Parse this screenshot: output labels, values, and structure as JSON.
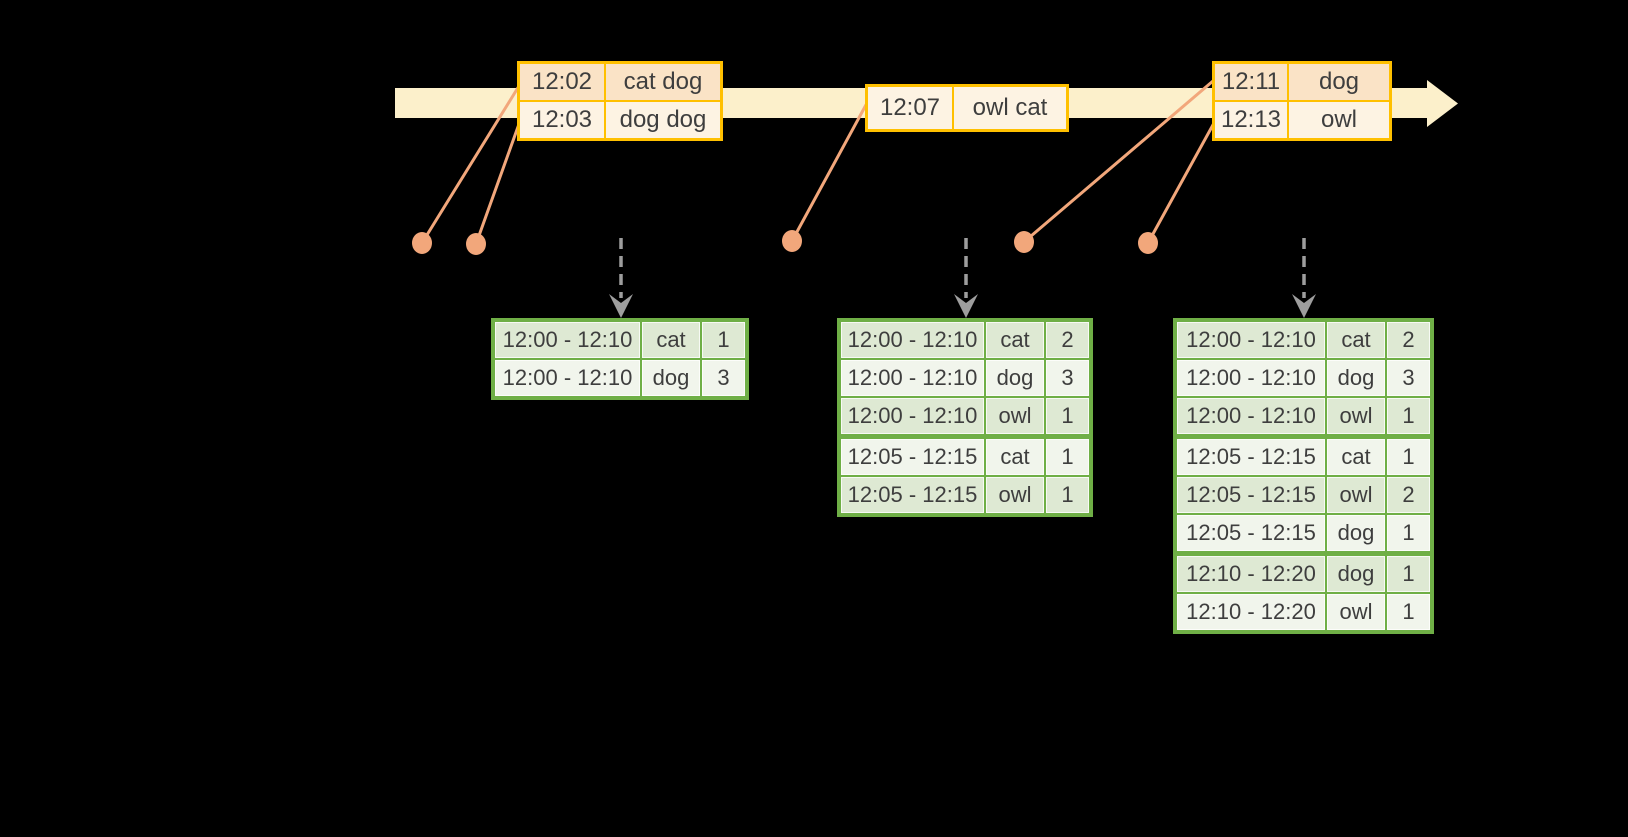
{
  "diagram": {
    "kind": "streaming-windowed-word-count-timeline",
    "background": "#000000"
  },
  "colors": {
    "timeline_fill": "#FCF0CB",
    "event_table_border": "#FFC000",
    "event_row_dark": "#FAE3C6",
    "event_row_light": "#FDF3E3",
    "result_table_border": "#6FAF46",
    "result_row_dark": "#DEE9D3",
    "result_row_light": "#F1F5EC",
    "connector": "#F2A77B",
    "trigger_arrow": "#9E9E9E",
    "text": "#3E3E3E"
  },
  "event_tables": [
    {
      "rows": [
        [
          "12:02",
          "cat dog"
        ],
        [
          "12:03",
          "dog dog"
        ]
      ]
    },
    {
      "rows": [
        [
          "12:07",
          "owl cat"
        ]
      ]
    },
    {
      "rows": [
        [
          "12:11",
          "dog"
        ],
        [
          "12:13",
          "owl"
        ]
      ]
    }
  ],
  "result_tables": [
    {
      "rows": [
        [
          "12:00 - 12:10",
          "cat",
          "1"
        ],
        [
          "12:00 - 12:10",
          "dog",
          "3"
        ]
      ]
    },
    {
      "rows": [
        [
          "12:00 - 12:10",
          "cat",
          "2"
        ],
        [
          "12:00 - 12:10",
          "dog",
          "3"
        ],
        [
          "12:00 - 12:10",
          "owl",
          "1"
        ],
        [
          "12:05 - 12:15",
          "cat",
          "1"
        ],
        [
          "12:05 - 12:15",
          "owl",
          "1"
        ]
      ]
    },
    {
      "rows": [
        [
          "12:00 - 12:10",
          "cat",
          "2"
        ],
        [
          "12:00 - 12:10",
          "dog",
          "3"
        ],
        [
          "12:00 - 12:10",
          "owl",
          "1"
        ],
        [
          "12:05 - 12:15",
          "cat",
          "1"
        ],
        [
          "12:05 - 12:15",
          "owl",
          "2"
        ],
        [
          "12:05 - 12:15",
          "dog",
          "1"
        ],
        [
          "12:10 - 12:20",
          "dog",
          "1"
        ],
        [
          "12:10 - 12:20",
          "owl",
          "1"
        ]
      ]
    }
  ]
}
